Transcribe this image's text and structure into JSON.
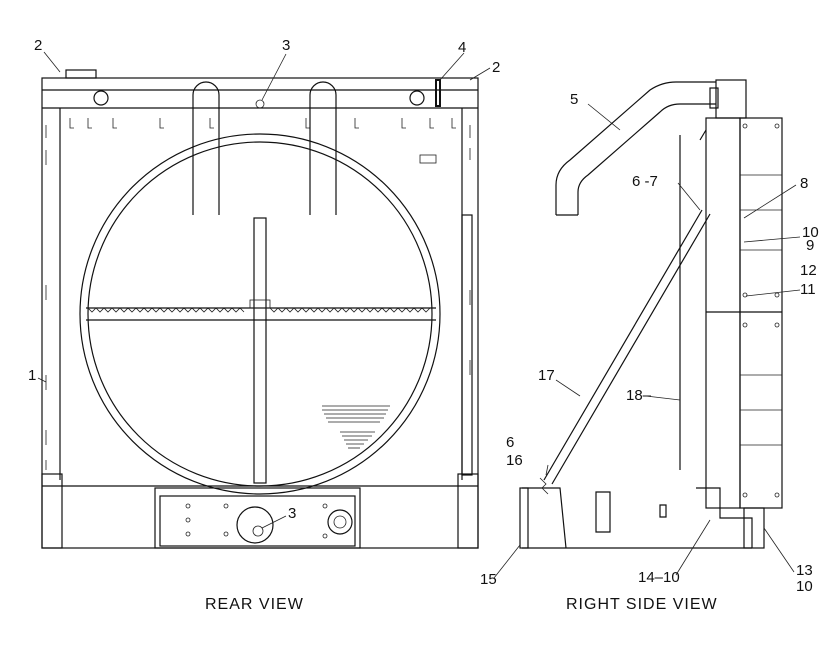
{
  "views": {
    "rear": "REAR VIEW",
    "right_side": "RIGHT SIDE VIEW"
  },
  "callouts": {
    "c1": "1",
    "c2a": "2",
    "c2b": "2",
    "c3a": "3",
    "c3b": "3",
    "c4": "4",
    "c5": "5",
    "c6_7": "6 -7",
    "c6": "6",
    "c8": "8",
    "c9": "9",
    "c10a": "10",
    "c10b": "10",
    "c11": "11",
    "c12": "12",
    "c13": "13",
    "c14_10": "14–10",
    "c15": "15",
    "c16": "16",
    "c17": "17",
    "c18": "18–"
  }
}
